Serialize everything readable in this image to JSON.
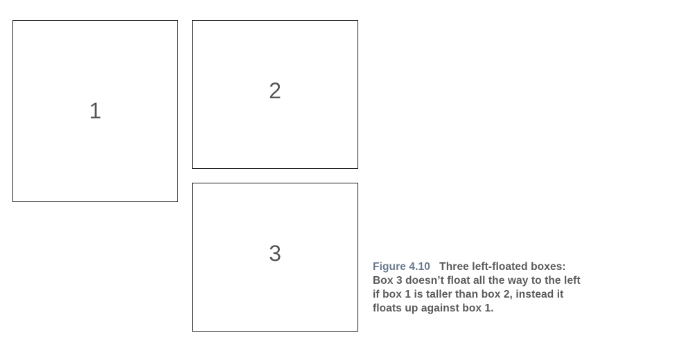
{
  "boxes": [
    {
      "label": "1"
    },
    {
      "label": "2"
    },
    {
      "label": "3"
    }
  ],
  "caption": {
    "figure_number": "Figure 4.10",
    "lines": [
      "Three left-floated boxes:",
      "Box 3 doesn’t float all the way to the left",
      "if box 1 is taller than box 2, instead it",
      "floats up against box 1."
    ]
  },
  "colors": {
    "border": "#1a1a1a",
    "label": "#555555",
    "caption": "#5a5a5a",
    "figure_number": "#6b7a8f"
  }
}
